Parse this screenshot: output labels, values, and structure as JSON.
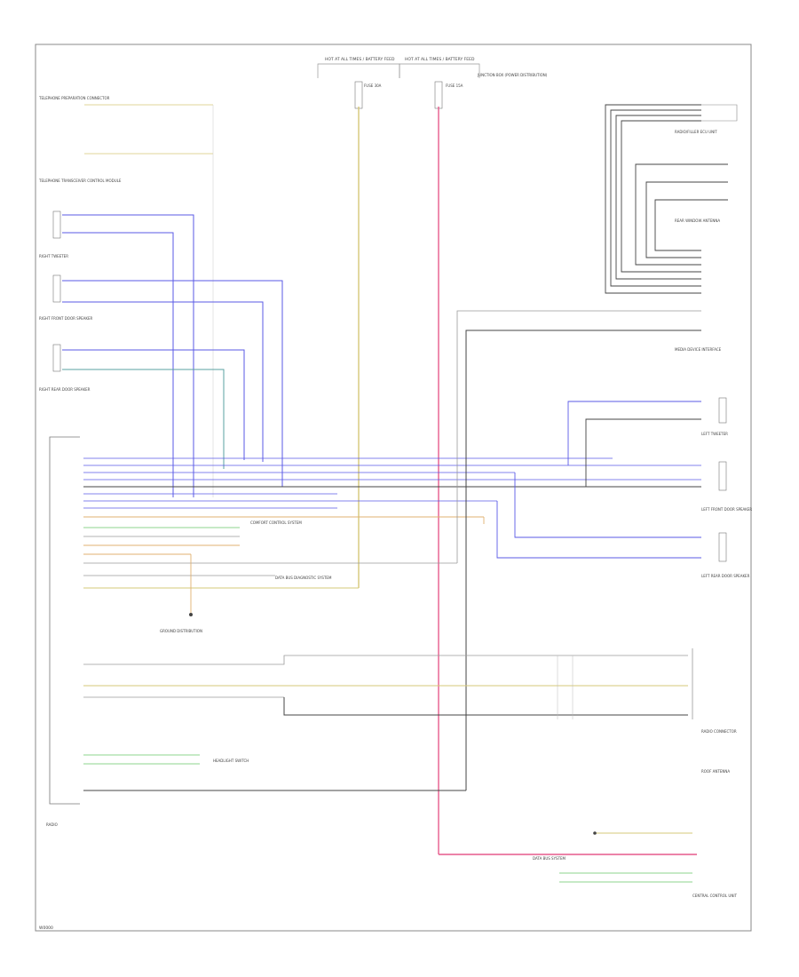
{
  "colors": {
    "wire_blue": "#5a5ae6",
    "wire_dark": "#444444",
    "wire_gray": "#9a9a9a",
    "wire_yellow": "#d6c878",
    "wire_orange": "#e0b070",
    "wire_green": "#8ed68e",
    "wire_pink": "#e65a8c",
    "wire_teal": "#5aa0a0",
    "border": "#888888"
  },
  "footer_code": "W0000",
  "fuses": {
    "left_header": "HOT AT ALL TIMES / BATTERY FEED",
    "right_header": "HOT AT ALL TIMES / BATTERY FEED",
    "right_note": "JUNCTION BOX (POWER DISTRIBUTION)",
    "fuse_left": "FUSE 30A",
    "fuse_right": "FUSE 15A"
  },
  "left_components": [
    "TELEPHONE PREPARATION CONNECTOR",
    "TELEPHONE TRANSCEIVER CONTROL MODULE",
    "RIGHT TWEETER",
    "RIGHT FRONT DOOR SPEAKER",
    "RIGHT REAR DOOR SPEAKER"
  ],
  "right_components": [
    "RADIO/FILLER ECU UNIT",
    "REAR WINDOW ANTENNA",
    "MEDIA DEVICE INTERFACE",
    "LEFT TWEETER",
    "LEFT FRONT DOOR SPEAKER",
    "LEFT REAR DOOR SPEAKER",
    "ROOF ANTENNA",
    "RADIO CONNECTOR",
    "CENTRAL CONTROL UNIT"
  ],
  "center_labels": [
    "COMFORT CONTROL SYSTEM",
    "DATA BUS DIAGNOSTIC SYSTEM",
    "GROUND DISTRIBUTION",
    "HEADLIGHT SWITCH",
    "DATA BUS SYSTEM"
  ],
  "radio_label": "RADIO"
}
